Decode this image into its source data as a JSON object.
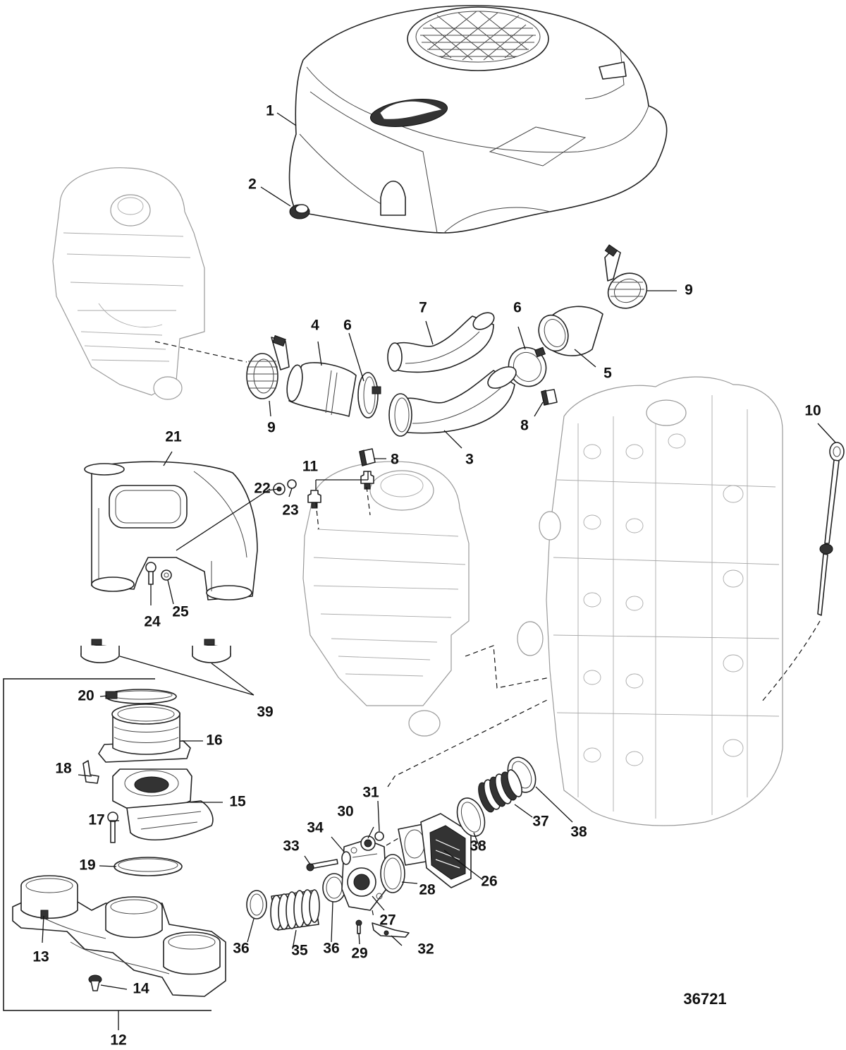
{
  "figure_number": "36721",
  "callouts": [
    {
      "id": "c1",
      "label": "1"
    },
    {
      "id": "c2",
      "label": "2"
    },
    {
      "id": "c3",
      "label": "3"
    },
    {
      "id": "c4",
      "label": "4"
    },
    {
      "id": "c5",
      "label": "5"
    },
    {
      "id": "c6a",
      "label": "6"
    },
    {
      "id": "c6b",
      "label": "6"
    },
    {
      "id": "c7",
      "label": "7"
    },
    {
      "id": "c8a",
      "label": "8"
    },
    {
      "id": "c8b",
      "label": "8"
    },
    {
      "id": "c9a",
      "label": "9"
    },
    {
      "id": "c9b",
      "label": "9"
    },
    {
      "id": "c10",
      "label": "10"
    },
    {
      "id": "c11",
      "label": "11"
    },
    {
      "id": "c12",
      "label": "12"
    },
    {
      "id": "c13",
      "label": "13"
    },
    {
      "id": "c14",
      "label": "14"
    },
    {
      "id": "c15",
      "label": "15"
    },
    {
      "id": "c16",
      "label": "16"
    },
    {
      "id": "c17",
      "label": "17"
    },
    {
      "id": "c18",
      "label": "18"
    },
    {
      "id": "c19",
      "label": "19"
    },
    {
      "id": "c20",
      "label": "20"
    },
    {
      "id": "c21",
      "label": "21"
    },
    {
      "id": "c22",
      "label": "22"
    },
    {
      "id": "c23",
      "label": "23"
    },
    {
      "id": "c24",
      "label": "24"
    },
    {
      "id": "c25",
      "label": "25"
    },
    {
      "id": "c26",
      "label": "26"
    },
    {
      "id": "c27",
      "label": "27"
    },
    {
      "id": "c28",
      "label": "28"
    },
    {
      "id": "c29",
      "label": "29"
    },
    {
      "id": "c30",
      "label": "30"
    },
    {
      "id": "c31",
      "label": "31"
    },
    {
      "id": "c32",
      "label": "32"
    },
    {
      "id": "c33",
      "label": "33"
    },
    {
      "id": "c34",
      "label": "34"
    },
    {
      "id": "c35",
      "label": "35"
    },
    {
      "id": "c36a",
      "label": "36"
    },
    {
      "id": "c36b",
      "label": "36"
    },
    {
      "id": "c37",
      "label": "37"
    },
    {
      "id": "c38a",
      "label": "38"
    },
    {
      "id": "c38b",
      "label": "38"
    },
    {
      "id": "c39",
      "label": "39"
    }
  ]
}
